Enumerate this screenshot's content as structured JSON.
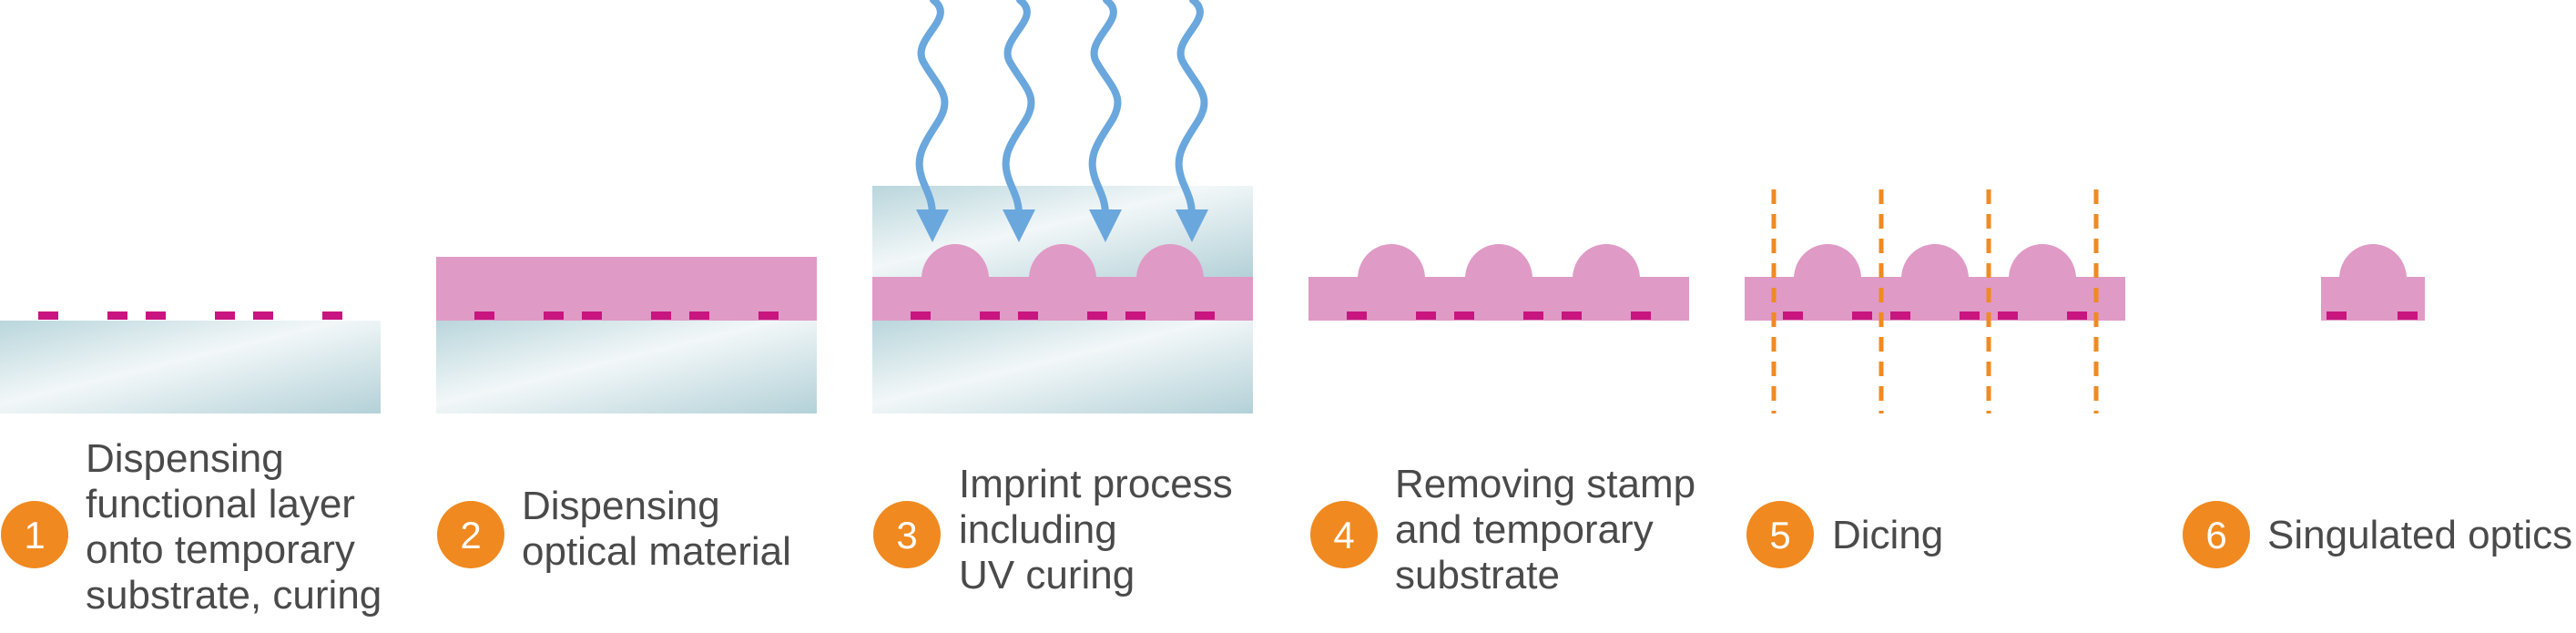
{
  "colors": {
    "glass_light": "#eef5f6",
    "glass_dark": "#b5d3da",
    "optical_material": "#e09ac6",
    "functional_layer": "#c8157f",
    "uv_light": "#6aa7dd",
    "dicing_line": "#f08a23",
    "step_badge": "#f0891f",
    "label_text": "#4a4a4a"
  },
  "steps": [
    {
      "number": "1",
      "lines": [
        "Dispensing",
        "functional layer",
        "onto temporary",
        "substrate, curing"
      ]
    },
    {
      "number": "2",
      "lines": [
        "Dispensing",
        "optical material"
      ]
    },
    {
      "number": "3",
      "lines": [
        "Imprint process",
        "including",
        "UV curing"
      ]
    },
    {
      "number": "4",
      "lines": [
        "Removing stamp",
        "and temporary",
        "substrate"
      ]
    },
    {
      "number": "5",
      "lines": [
        "Dicing"
      ]
    },
    {
      "number": "6",
      "lines": [
        "Singulated optics"
      ]
    }
  ]
}
